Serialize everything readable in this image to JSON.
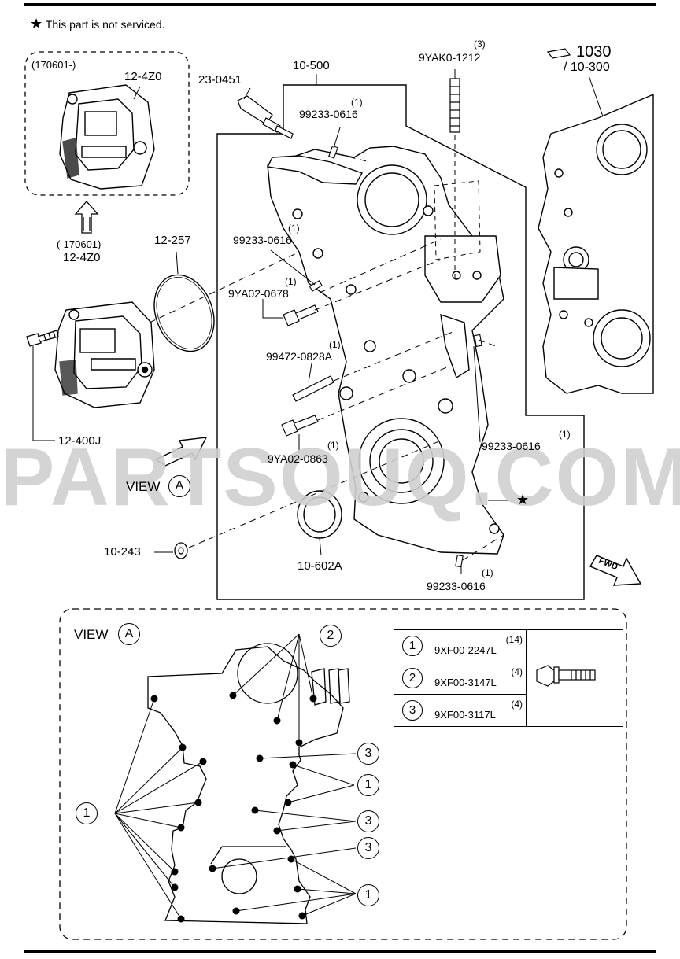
{
  "note": {
    "symbol": "★",
    "text": "This part is not serviced."
  },
  "watermark": "PARTSOUQ.COM",
  "parts": {
    "p_170601_after": "(170601-)",
    "p_12_4z0_a": "12-4Z0",
    "p_170601_before": "(-170601)",
    "p_12_4z0_b": "12-4Z0",
    "p_12_257": "12-257",
    "p_12_400j": "12-400J",
    "p_23_0451": "23-0451",
    "p_10_500": "10-500",
    "p_99233_0616_a": "99233-0616",
    "p_99233_0616_a_qty": "(1)",
    "p_99233_0616_b": "99233-0616",
    "p_99233_0616_b_qty": "(1)",
    "p_9ya02_0678": "9YA02-0678",
    "p_9ya02_0678_qty": "(1)",
    "p_99472_0828a": "99472-0828A",
    "p_99472_0828a_qty": "(1)",
    "p_9ya02_0863": "9YA02-0863",
    "p_9ya02_0863_qty": "(1)",
    "p_9yak0_1212": "9YAK0-1212",
    "p_9yak0_1212_qty": "(3)",
    "p_1030": "1030",
    "p_10_300": "/ 10-300",
    "p_99233_0616_c": "99233-0616",
    "p_99233_0616_c_qty": "(1)",
    "p_99233_0616_d": "99233-0616",
    "p_99233_0616_d_qty": "(1)",
    "p_10_243": "10-243",
    "p_10_602a": "10-602A",
    "view_label": "VIEW",
    "view_letter": "A",
    "fwd": "FWD"
  },
  "view_a": {
    "title": "VIEW",
    "letter": "A",
    "callout_1": "1",
    "callout_2": "2",
    "callout_3": "3"
  },
  "legend": [
    {
      "num": "1",
      "qty": "(14)",
      "part": "9XF00-2247L"
    },
    {
      "num": "2",
      "qty": "(4)",
      "part": "9XF00-3147L"
    },
    {
      "num": "3",
      "qty": "(4)",
      "part": "9XF00-3117L"
    }
  ]
}
